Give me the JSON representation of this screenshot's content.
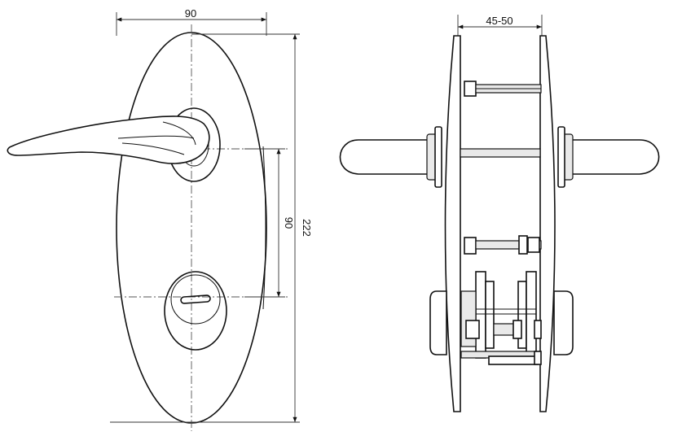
{
  "dimensions": {
    "front_width": "90",
    "center_distance": "90",
    "total_height": "222",
    "door_thickness": "45-50"
  },
  "colors": {
    "line": "#111111",
    "background": "#ffffff",
    "shade": "#e9e9e9"
  }
}
